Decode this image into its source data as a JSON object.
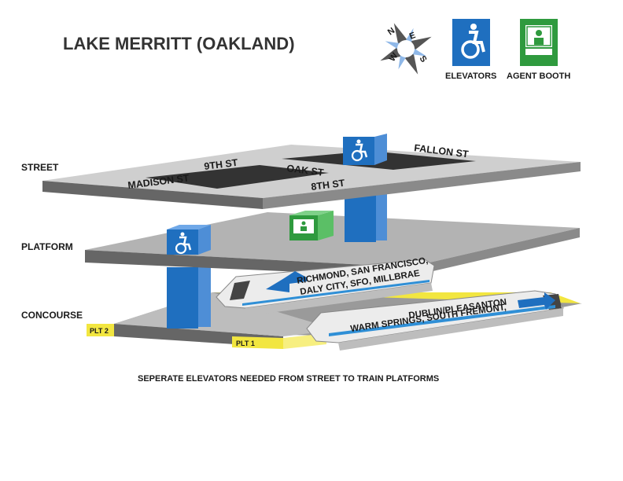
{
  "title": "LAKE MERRITT (OAKLAND)",
  "compass": {
    "north": "N",
    "east": "E",
    "south": "S",
    "west": "W"
  },
  "legend": {
    "elevators": "ELEVATORS",
    "agent_booth": "AGENT BOOTH"
  },
  "levels": {
    "street": "STREET",
    "platform": "PLATFORM",
    "concourse": "CONCOURSE"
  },
  "streets": {
    "madison": "MADISON ST",
    "ninth": "9TH ST",
    "oak": "OAK ST",
    "eighth": "8TH ST",
    "fallon": "FALLON ST"
  },
  "trains": {
    "richmond_line1": "RICHMOND, SAN FRANCISCO,",
    "richmond_line2": "DALY CITY, SFO, MILLBRAE",
    "dublin_line1": "DUBLIN/PLEASANTON",
    "dublin_line2": "WARM SPRINGS, SOUTH FREMONT,"
  },
  "platforms": {
    "plt2": "PLT 2",
    "plt1": "PLT 1"
  },
  "footnote": "SEPERATE ELEVATORS NEEDED FROM STREET TO TRAIN PLATFORMS",
  "colors": {
    "elevator_blue": "#1f6fbf",
    "booth_green": "#2f9a3e",
    "platform_yellow": "#f2e640",
    "train_stripe": "#2f8fd6"
  }
}
